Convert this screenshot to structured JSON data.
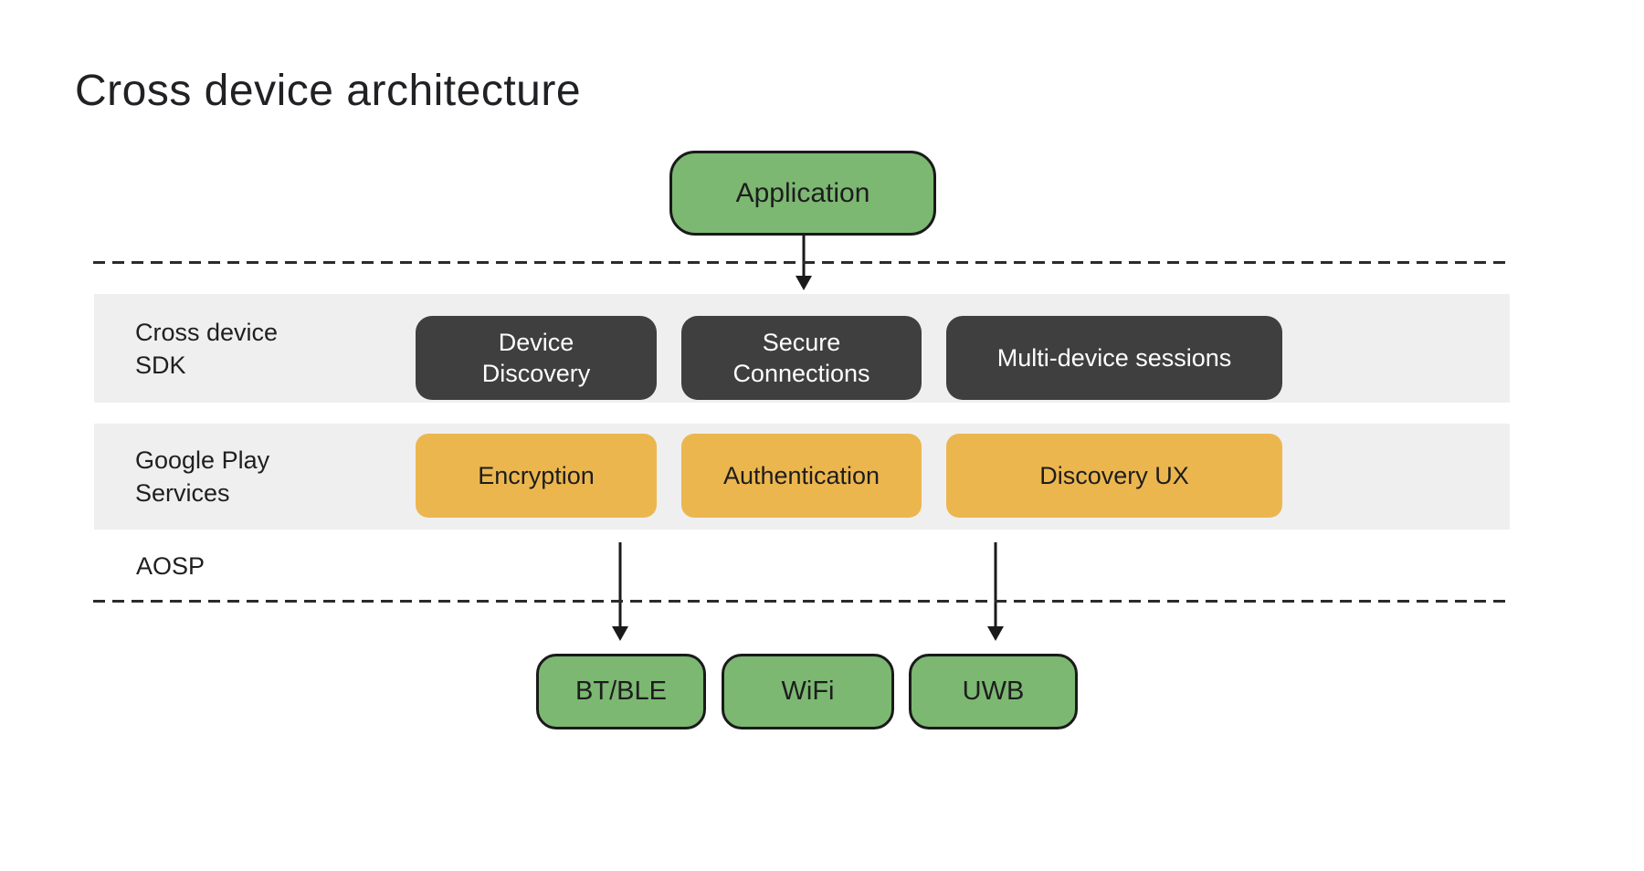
{
  "title": "Cross device architecture",
  "colors": {
    "green": "#7cb872",
    "orange": "#ecb64f",
    "dark": "#3f3f3f",
    "band": "#efefef",
    "line": "#1a1a1a",
    "text": "#202124"
  },
  "application": {
    "label": "Application"
  },
  "bands": {
    "sdk": {
      "label": "Cross device\nSDK",
      "boxes": [
        {
          "label": "Device\nDiscovery"
        },
        {
          "label": "Secure\nConnections"
        },
        {
          "label": "Multi-device sessions"
        }
      ]
    },
    "gms": {
      "label": "Google Play\nServices",
      "boxes": [
        {
          "label": "Encryption"
        },
        {
          "label": "Authentication"
        },
        {
          "label": "Discovery UX"
        }
      ]
    }
  },
  "aosp": {
    "label": "AOSP"
  },
  "transports": [
    {
      "label": "BT/BLE"
    },
    {
      "label": "WiFi"
    },
    {
      "label": "UWB"
    }
  ]
}
